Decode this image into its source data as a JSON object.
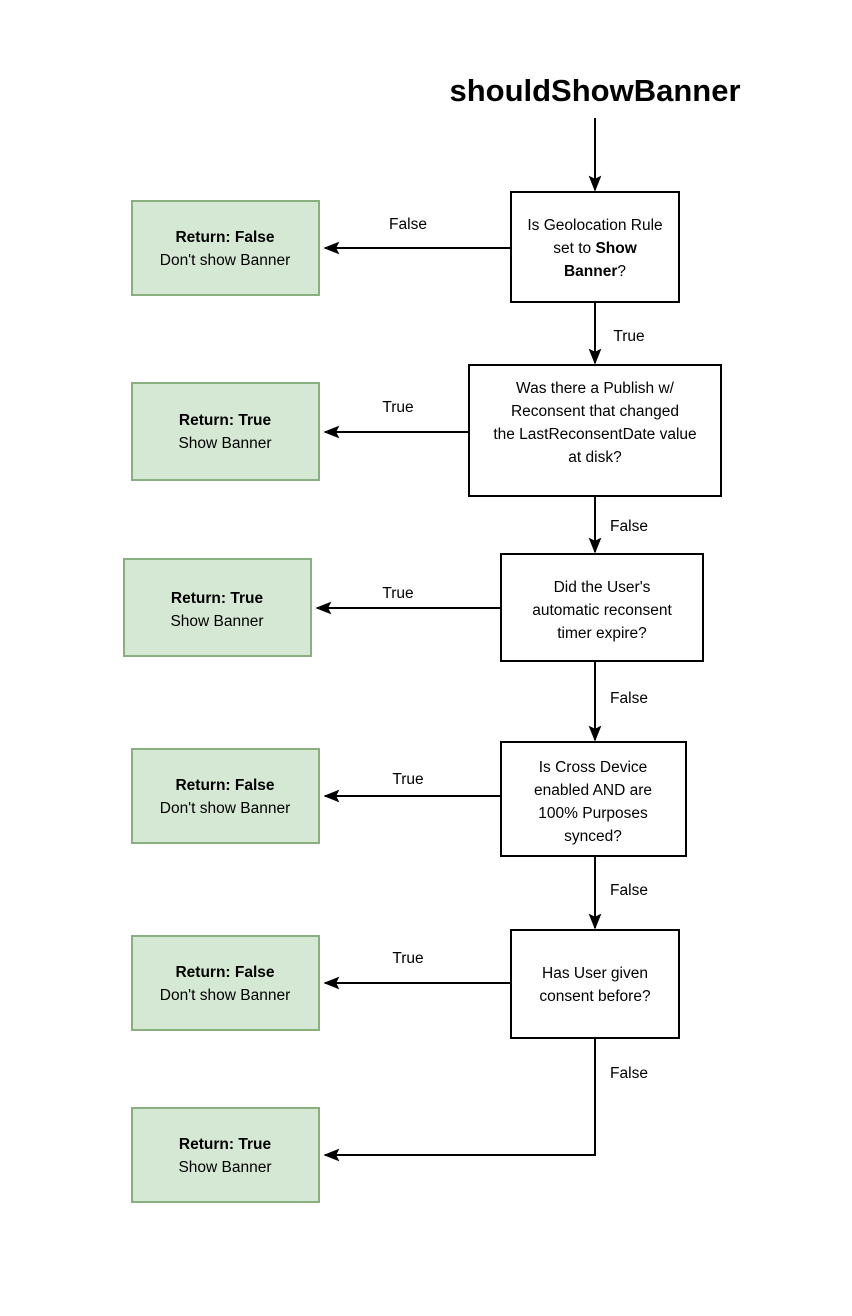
{
  "diagram": {
    "title": "shouldShowBanner",
    "type": "flowchart",
    "colors": {
      "result_fill": "#d5e8d4",
      "result_border": "#88b07f",
      "decision_fill": "#ffffff",
      "decision_border": "#000000",
      "line": "#000000",
      "text": "#000000"
    },
    "decisions": [
      {
        "id": "decision-geolocation-rule",
        "lines": [
          {
            "text": "Is Geolocation Rule",
            "bold": false
          },
          {
            "text": "set to ",
            "bold": false,
            "bold_suffix": "Show"
          },
          {
            "text": "Banner",
            "bold": true,
            "suffix": "?"
          }
        ],
        "plain_text": "Is Geolocation Rule set to Show Banner?"
      },
      {
        "id": "decision-publish-reconsent",
        "lines": [
          {
            "text": "Was there a Publish w/",
            "bold": false
          },
          {
            "text": "Reconsent that changed",
            "bold": false
          },
          {
            "text": "the LastReconsentDate value",
            "bold": false
          },
          {
            "text": "at disk?",
            "bold": false
          }
        ],
        "plain_text": "Was there a Publish w/ Reconsent that changed the LastReconsentDate value at disk?"
      },
      {
        "id": "decision-reconsent-timer",
        "lines": [
          {
            "text": "Did the User's",
            "bold": false
          },
          {
            "text": "automatic reconsent",
            "bold": false
          },
          {
            "text": "timer expire?",
            "bold": false
          }
        ],
        "plain_text": "Did the User's automatic reconsent timer expire?"
      },
      {
        "id": "decision-cross-device",
        "lines": [
          {
            "text": "Is Cross Device",
            "bold": false
          },
          {
            "text": "enabled AND are",
            "bold": false
          },
          {
            "text": "100% Purposes",
            "bold": false
          },
          {
            "text": "synced?",
            "bold": false
          }
        ],
        "plain_text": "Is Cross Device enabled AND are 100% Purposes synced?"
      },
      {
        "id": "decision-prior-consent",
        "lines": [
          {
            "text": "Has User given",
            "bold": false
          },
          {
            "text": "consent before?",
            "bold": false
          }
        ],
        "plain_text": "Has User given consent before?"
      }
    ],
    "results": [
      {
        "id": "result-false-geolocation",
        "title": "Return: False",
        "subtitle": "Don't show Banner"
      },
      {
        "id": "result-true-reconsent",
        "title": "Return: True",
        "subtitle": "Show Banner"
      },
      {
        "id": "result-true-timer",
        "title": "Return: True",
        "subtitle": "Show Banner"
      },
      {
        "id": "result-false-cross-device",
        "title": "Return: False",
        "subtitle": "Don't show Banner"
      },
      {
        "id": "result-false-prior-consent",
        "title": "Return: False",
        "subtitle": "Don't show Banner"
      },
      {
        "id": "result-true-final",
        "title": "Return: True",
        "subtitle": "Show Banner"
      }
    ],
    "branch_labels": {
      "geolocation_to_result": "False",
      "geolocation_to_next": "True",
      "reconsent_to_result": "True",
      "reconsent_to_next": "False",
      "timer_to_result": "True",
      "timer_to_next": "False",
      "cross_device_to_result": "True",
      "cross_device_to_next": "False",
      "prior_consent_to_result": "True",
      "prior_consent_to_final": "False"
    }
  }
}
